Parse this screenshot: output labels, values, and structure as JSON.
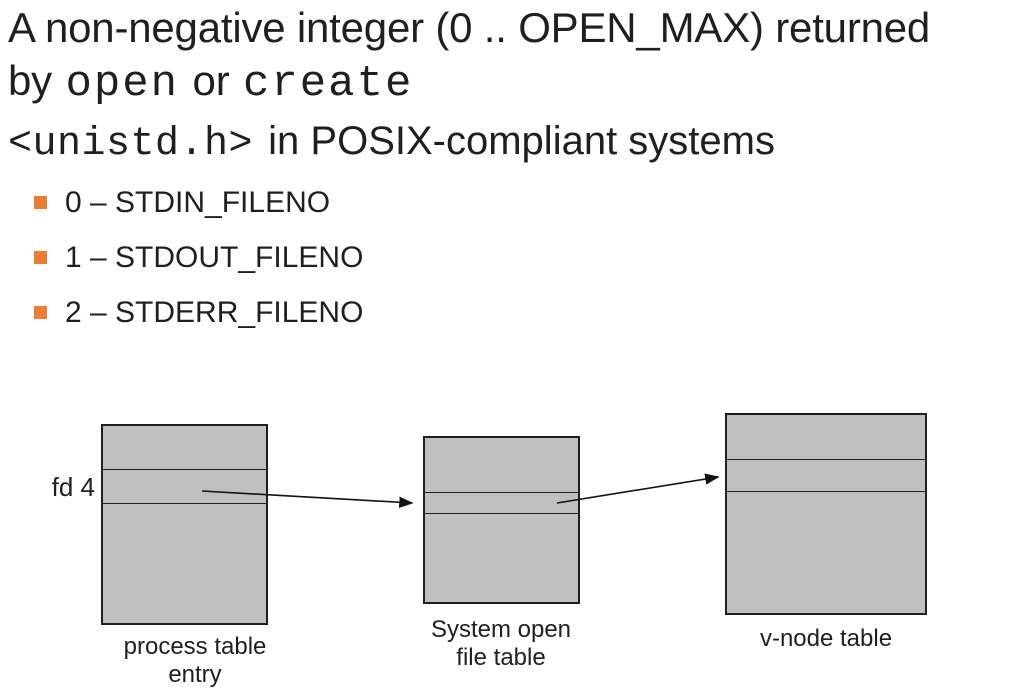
{
  "slide": {
    "heading1": {
      "line1": "A non-negative integer (0 .. OPEN_MAX) returned",
      "line2_prefix": "by ",
      "line2_code1": "open",
      "line2_mid": " or ",
      "line2_code2": "create"
    },
    "heading2": {
      "code": "<unistd.h>",
      "rest": " in POSIX-compliant systems"
    },
    "bullets": [
      {
        "label": "0 – STDIN_FILENO"
      },
      {
        "label": "1 – STDOUT_FILENO"
      },
      {
        "label": "2 – STDERR_FILENO"
      }
    ],
    "diagram": {
      "fd_label": "fd 4",
      "process_table_caption": "process table entry",
      "file_table_caption": "System open\nfile table",
      "vnode_table_caption": "v-node table"
    }
  },
  "colors": {
    "background": "#ffffff",
    "text": "#1f1f1f",
    "bullet_accent": "#ED7D31",
    "box_fill": "#c0c0c0",
    "box_border": "#1f1f1f",
    "arrow": "#111111"
  }
}
